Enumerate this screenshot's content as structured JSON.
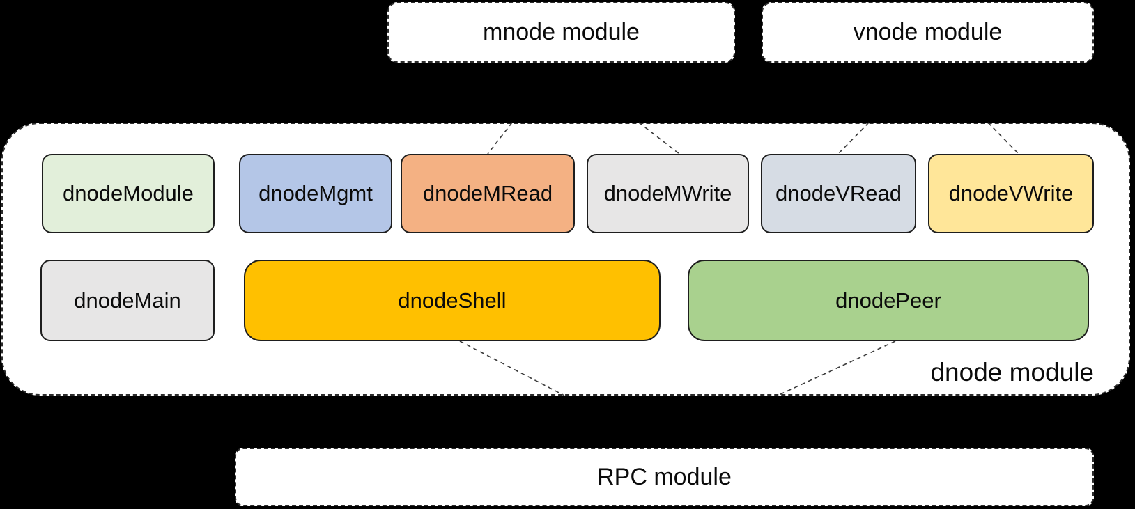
{
  "colors": {
    "background": "#000000",
    "container_fill": "#ffffff",
    "dashed_border": "#2b2b2b",
    "node_border": "#1e1e1e",
    "connector": "#3a3a3a"
  },
  "external_modules": {
    "mnode": {
      "label": "mnode module"
    },
    "vnode": {
      "label": "vnode module"
    },
    "rpc": {
      "label": "RPC module"
    }
  },
  "dnode": {
    "label": "dnode module",
    "row1": [
      {
        "id": "dnodeModule",
        "label": "dnodeModule",
        "fill": "#E2EFDA"
      },
      {
        "id": "dnodeMgmt",
        "label": "dnodeMgmt",
        "fill": "#B4C6E7"
      },
      {
        "id": "dnodeMRead",
        "label": "dnodeMRead",
        "fill": "#F4B183"
      },
      {
        "id": "dnodeMWrite",
        "label": "dnodeMWrite",
        "fill": "#E7E6E6"
      },
      {
        "id": "dnodeVRead",
        "label": "dnodeVRead",
        "fill": "#D6DCE4"
      },
      {
        "id": "dnodeVWrite",
        "label": "dnodeVWrite",
        "fill": "#FFE699"
      }
    ],
    "row2": [
      {
        "id": "dnodeMain",
        "label": "dnodeMain",
        "fill": "#E7E6E6"
      },
      {
        "id": "dnodeShell",
        "label": "dnodeShell",
        "fill": "#FFC000"
      },
      {
        "id": "dnodePeer",
        "label": "dnodePeer",
        "fill": "#A9D18E"
      }
    ]
  },
  "connections": [
    {
      "from": "mnode module",
      "to": "dnodeMRead",
      "segment": [
        735,
        176,
        700,
        221
      ]
    },
    {
      "from": "mnode module",
      "to": "dnodeMWrite",
      "segment": [
        917,
        176,
        975,
        221
      ]
    },
    {
      "from": "vnode module",
      "to": "dnodeVRead",
      "segment": [
        1247,
        176,
        1203,
        221
      ]
    },
    {
      "from": "vnode module",
      "to": "dnodeVWrite",
      "segment": [
        1418,
        176,
        1462,
        221
      ]
    },
    {
      "from": "dnodeShell",
      "to": "RPC module",
      "segment": [
        660,
        490,
        810,
        568
      ]
    },
    {
      "from": "dnodePeer",
      "to": "RPC module",
      "segment": [
        1285,
        490,
        1116,
        568
      ]
    }
  ]
}
